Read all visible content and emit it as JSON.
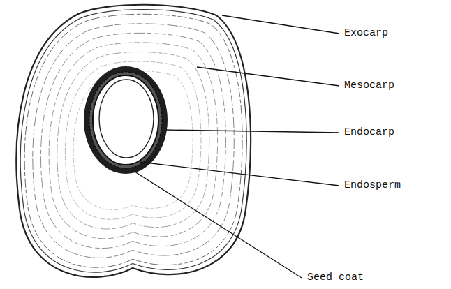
{
  "diagram": {
    "labels": [
      "Exocarp",
      "Mesocarp",
      "Endocarp",
      "Endosperm",
      "Seed coat"
    ]
  }
}
